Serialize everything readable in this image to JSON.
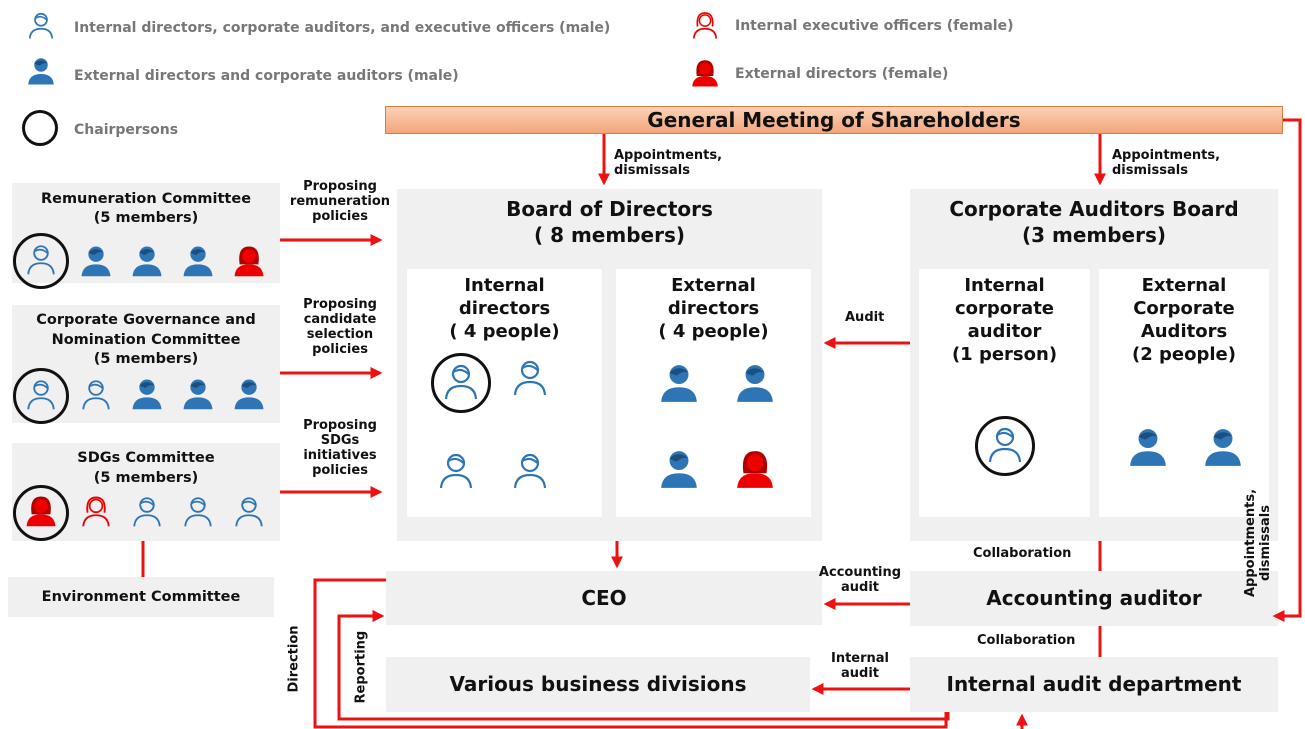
{
  "colors": {
    "blue": "#2e75b6",
    "red": "#ee0000",
    "arrow": "#ee1111",
    "box_gray": "#f0f0f0",
    "gms_fill": "#f5b48c"
  },
  "legend": {
    "internal_male": "Internal directors, corporate auditors, and executive officers (male)",
    "internal_female": "Internal executive officers (female)",
    "external_male": "External directors and corporate auditors (male)",
    "external_female": "External directors (female)",
    "chairperson": "Chairpersons"
  },
  "gms": {
    "title": "General Meeting of Shareholders"
  },
  "arrows": {
    "appoint_board": [
      "Appointments,",
      "dismissals"
    ],
    "appoint_auditors": [
      "Appointments,",
      "dismissals"
    ],
    "appoint_right": [
      "Appointments,",
      "dismissals"
    ],
    "remuneration": [
      "Proposing",
      "remuneration",
      "policies"
    ],
    "nomination": [
      "Proposing",
      "candidate",
      "selection",
      "policies"
    ],
    "sdgs": [
      "Proposing",
      "SDGs",
      "initiatives",
      "policies"
    ],
    "audit": "Audit",
    "collab_top": "Collaboration",
    "collab_bottom": "Collaboration",
    "accounting_audit": [
      "Accounting",
      "audit"
    ],
    "internal_audit": [
      "Internal",
      "audit"
    ],
    "direction": "Direction",
    "reporting": "Reporting"
  },
  "committees": {
    "remuneration": {
      "title": "Remuneration Committee",
      "members": "(5 members)"
    },
    "nomination": {
      "title_1": "Corporate Governance and",
      "title_2": "Nomination Committee",
      "members": "(5 members)"
    },
    "sdgs": {
      "title": "SDGs Committee",
      "members": "(5 members)"
    },
    "environment": {
      "title": "Environment Committee"
    }
  },
  "board": {
    "title": "Board of Directors",
    "members": "( 8 members)",
    "internal": {
      "l1": "Internal",
      "l2": "directors",
      "l3": "( 4 people)"
    },
    "external": {
      "l1": "External",
      "l2": "directors",
      "l3": "( 4 people)"
    }
  },
  "auditors_board": {
    "title": "Corporate Auditors Board",
    "members": "(3 members)",
    "internal": {
      "l1": "Internal",
      "l2": "corporate",
      "l3": "auditor",
      "l4": "(1 person)"
    },
    "external": {
      "l1": "External",
      "l2": "Corporate",
      "l3": "Auditors",
      "l4": "(2 people)"
    }
  },
  "ceo": "CEO",
  "business": "Various business divisions",
  "accounting_auditor": "Accounting auditor",
  "internal_audit_dept": "Internal audit department"
}
